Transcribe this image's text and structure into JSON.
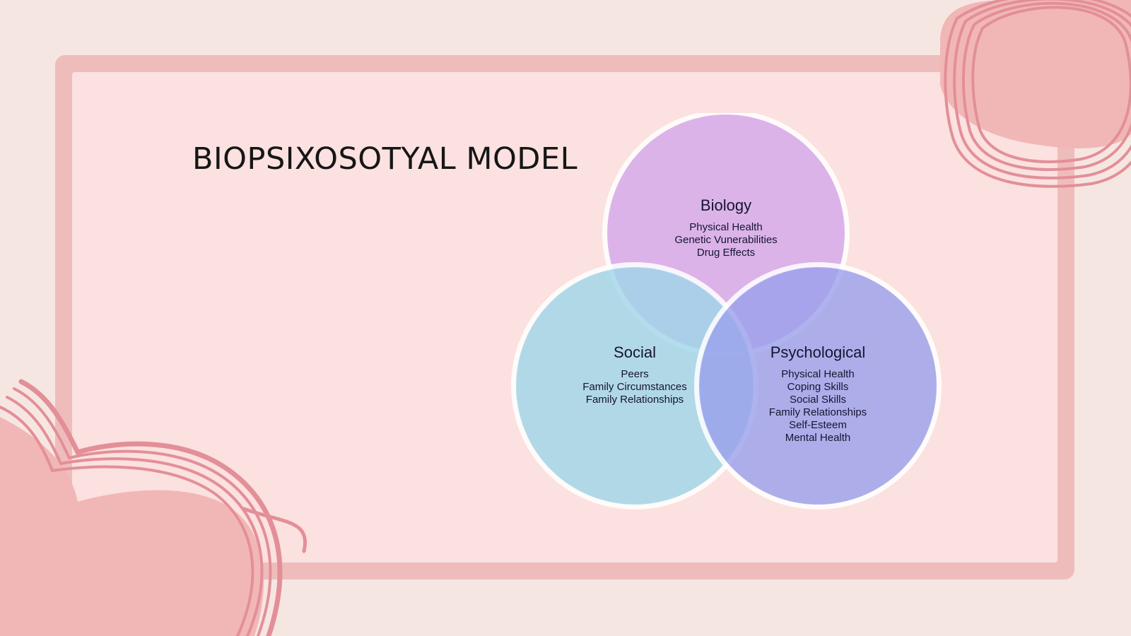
{
  "slide": {
    "title": "BIOPSIXOSOTYAL MODEL"
  },
  "venn": {
    "circles": [
      {
        "key": "biology",
        "title": "Biology",
        "items": [
          "Physical Health",
          "Genetic Vunerabilities",
          "Drug Effects"
        ],
        "color": "#d3a8ea"
      },
      {
        "key": "social",
        "title": "Social",
        "items": [
          "Peers",
          "Family Circumstances",
          "Family Relationships"
        ],
        "color": "#9fd6e8"
      },
      {
        "key": "psychological",
        "title": "Psychological",
        "items": [
          "Physical Health",
          "Coping Skills",
          "Social Skills",
          "Family Relationships",
          "Self-Esteem",
          "Mental Health"
        ],
        "color": "#9aa0ec"
      }
    ]
  },
  "colors": {
    "background": "#f6e6e2",
    "frame": "#efbcbc",
    "panel": "#fbe1df",
    "decor": "#e59aa2"
  }
}
